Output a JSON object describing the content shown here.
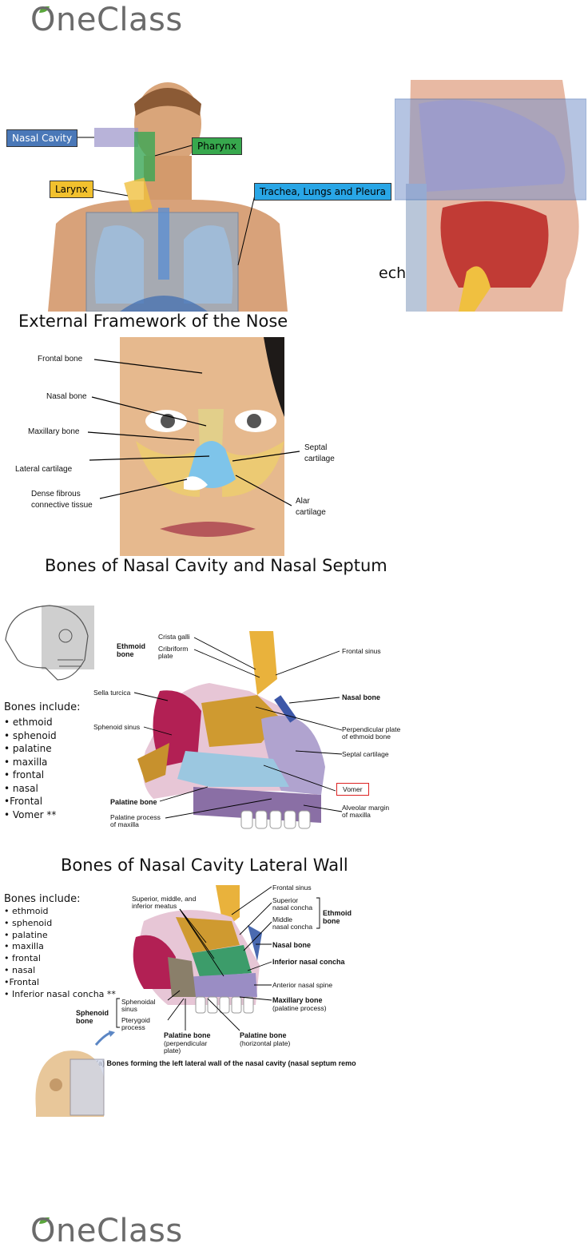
{
  "brand": {
    "name": "OneClass",
    "leaf_color": "#5aa63c",
    "text_color": "#6b6b6b"
  },
  "section1": {
    "labels": {
      "nasal_cavity": "Nasal Cavity",
      "pharynx": "Pharynx",
      "larynx": "Larynx",
      "trachea": "Trachea, Lungs and Pleura"
    },
    "partial_text": "ech"
  },
  "section2": {
    "heading": "External Framework of the Nose",
    "labels": {
      "frontal_bone": "Frontal bone",
      "nasal_bone": "Nasal bone",
      "maxillary_bone": "Maxillary bone",
      "lateral_cartilage": "Lateral cartilage",
      "dense_fibrous_1": "Dense fibrous",
      "dense_fibrous_2": "connective tissue",
      "septal_1": "Septal",
      "septal_2": "cartilage",
      "alar_1": "Alar",
      "alar_2": "cartilage"
    }
  },
  "section3": {
    "heading": "Bones of Nasal Cavity and Nasal Septum",
    "bones_title": "Bones include:",
    "bones": [
      "• ethmoid",
      "• sphenoid",
      "• palatine",
      "• maxilla",
      "• frontal",
      "• nasal",
      "•Frontal",
      "• Vomer **"
    ],
    "labels": {
      "crista_galli": "Crista galli",
      "ethmoid_bone_1": "Ethmoid",
      "ethmoid_bone_2": "bone",
      "cribriform_1": "Cribriform",
      "cribriform_2": "plate",
      "frontal_sinus": "Frontal sinus",
      "sella_turcica": "Sella turcica",
      "nasal_bone": "Nasal bone",
      "sphenoid_sinus": "Sphenoid sinus",
      "perp_plate_1": "Perpendicular plate",
      "perp_plate_2": "of ethmoid bone",
      "septal_cartilage": "Septal cartilage",
      "vomer": "Vomer",
      "palatine_bone": "Palatine bone",
      "palatine_process_1": "Palatine process",
      "palatine_process_2": "of maxilla",
      "alveolar_1": "Alveolar margin",
      "alveolar_2": "of maxilla"
    }
  },
  "section4": {
    "heading": "Bones of Nasal Cavity Lateral Wall",
    "bones_title": "Bones include:",
    "bones": [
      "• ethmoid",
      "• sphenoid",
      "• palatine",
      "• maxilla",
      "• frontal",
      "• nasal",
      "•Frontal",
      "• Inferior nasal concha **"
    ],
    "labels": {
      "meatus_1": "Superior, middle, and",
      "meatus_2": "inferior meatus",
      "frontal_sinus": "Frontal sinus",
      "superior_concha_1": "Superior",
      "superior_concha_2": "nasal concha",
      "ethmoid_1": "Ethmoid",
      "ethmoid_2": "bone",
      "middle_concha_1": "Middle",
      "middle_concha_2": "nasal concha",
      "nasal_bone": "Nasal bone",
      "inferior_concha": "Inferior nasal concha",
      "anterior_spine": "Anterior nasal spine",
      "maxillary_1": "Maxillary bone",
      "maxillary_2": "(palatine process)",
      "sphenoidal_1": "Sphenoidal",
      "sphenoidal_2": "sinus",
      "sphenoid_1": "Sphenoid",
      "sphenoid_2": "bone",
      "pterygoid_1": "Pterygoid",
      "pterygoid_2": "process",
      "palatine_perp_1": "Palatine bone",
      "palatine_perp_2": "(perpendicular",
      "palatine_perp_3": "plate)",
      "palatine_horiz_1": "Palatine bone",
      "palatine_horiz_2": "(horizontal plate)",
      "caption": "(a) Bones forming the left lateral wall of the nasal cavity (nasal septum remo"
    }
  }
}
